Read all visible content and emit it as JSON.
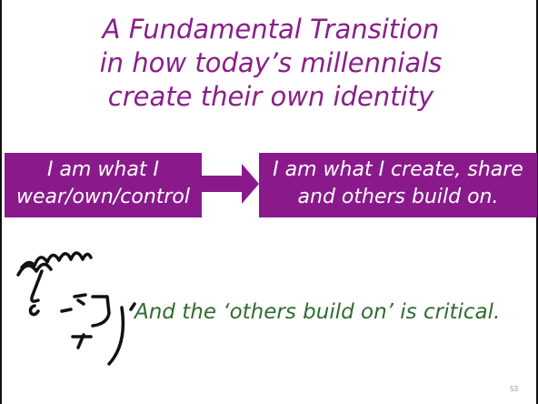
{
  "title": {
    "line1": "A Fundamental Transition",
    "line2": "in how today’s millennials",
    "line3": "create their own identity"
  },
  "left_box": {
    "line1": "I am what I",
    "line2": "wear/own/control"
  },
  "right_box": {
    "line1": "I am what I create, share",
    "line2": "and others build on."
  },
  "quote": "And the ‘others build on’ is critical.",
  "page_number": "53",
  "colors": {
    "title": "#8a1e8a",
    "box_fill": "#8a1a8c",
    "quote": "#2f6b2f"
  },
  "icons": {
    "arrow": "right-arrow-icon",
    "sketch": "face-sketch-icon"
  }
}
